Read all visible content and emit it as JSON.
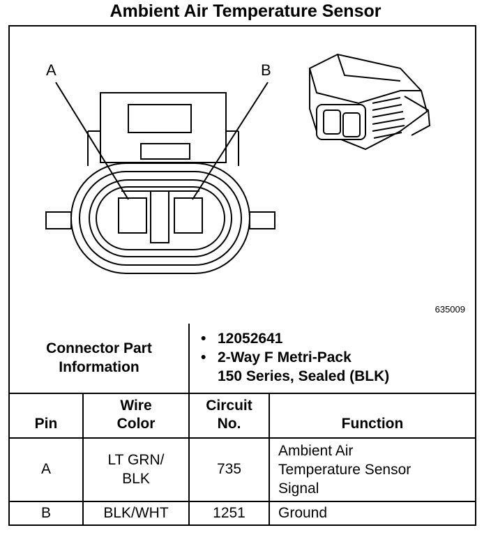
{
  "title": "Ambient Air Temperature Sensor",
  "figure": {
    "id": "635009",
    "labels": {
      "a": "A",
      "b": "B"
    }
  },
  "connector": {
    "label_line1": "Connector Part",
    "label_line2": "Information",
    "part_number": "12052641",
    "description_line1": "2-Way F Metri-Pack",
    "description_line2": "150 Series, Sealed (BLK)"
  },
  "columns": {
    "pin": "Pin",
    "wire_color_line1": "Wire",
    "wire_color_line2": "Color",
    "circuit_line1": "Circuit",
    "circuit_line2": "No.",
    "function": "Function"
  },
  "rows": [
    {
      "pin": "A",
      "wire_line1": "LT GRN/",
      "wire_line2": "BLK",
      "circuit": "735",
      "function_line1": "Ambient Air",
      "function_line2": "Temperature Sensor",
      "function_line3": "Signal"
    },
    {
      "pin": "B",
      "wire_line1": "BLK/WHT",
      "circuit": "1251",
      "function_line1": "Ground"
    }
  ]
}
